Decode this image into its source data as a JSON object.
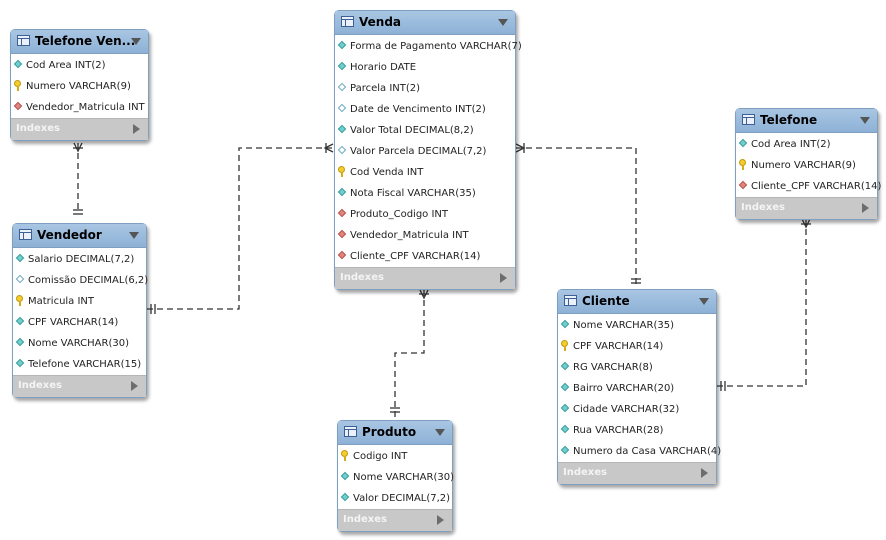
{
  "diagram": {
    "tables": {
      "telefone_vendedor": {
        "title": "Telefone Ven...",
        "columns": [
          {
            "name": "Cod Area INT(2)",
            "key": "col-icon"
          },
          {
            "name": "Numero VARCHAR(9)",
            "key": "pk-icon"
          },
          {
            "name": "Vendedor_Matricula INT",
            "key": "fk-icon"
          }
        ],
        "indexes_label": "Indexes"
      },
      "venda": {
        "title": "Venda",
        "columns": [
          {
            "name": "Forma de Pagamento VARCHAR(7)",
            "key": "col-icon"
          },
          {
            "name": "Horario DATE",
            "key": "col-icon"
          },
          {
            "name": "Parcela INT(2)",
            "key": "nullable-col-icon"
          },
          {
            "name": "Date de Vencimento INT(2)",
            "key": "nullable-col-icon"
          },
          {
            "name": "Valor Total DECIMAL(8,2)",
            "key": "col-icon"
          },
          {
            "name": "Valor Parcela DECIMAL(7,2)",
            "key": "nullable-col-icon"
          },
          {
            "name": "Cod Venda INT",
            "key": "pk-icon"
          },
          {
            "name": "Nota Fiscal VARCHAR(35)",
            "key": "col-icon"
          },
          {
            "name": "Produto_Codigo INT",
            "key": "fk-icon"
          },
          {
            "name": "Vendedor_Matricula INT",
            "key": "fk-icon"
          },
          {
            "name": "Cliente_CPF VARCHAR(14)",
            "key": "fk-icon"
          }
        ],
        "indexes_label": "Indexes"
      },
      "telefone": {
        "title": "Telefone",
        "columns": [
          {
            "name": "Cod Area INT(2)",
            "key": "col-icon"
          },
          {
            "name": "Numero VARCHAR(9)",
            "key": "pk-icon"
          },
          {
            "name": "Cliente_CPF VARCHAR(14)",
            "key": "fk-icon"
          }
        ],
        "indexes_label": "Indexes"
      },
      "vendedor": {
        "title": "Vendedor",
        "columns": [
          {
            "name": "Salario DECIMAL(7,2)",
            "key": "col-icon"
          },
          {
            "name": "Comissão DECIMAL(6,2)",
            "key": "nullable-col-icon"
          },
          {
            "name": "Matricula INT",
            "key": "pk-icon"
          },
          {
            "name": "CPF VARCHAR(14)",
            "key": "col-icon"
          },
          {
            "name": "Nome VARCHAR(30)",
            "key": "col-icon"
          },
          {
            "name": "Telefone VARCHAR(15)",
            "key": "col-icon"
          }
        ],
        "indexes_label": "Indexes"
      },
      "cliente": {
        "title": "Cliente",
        "columns": [
          {
            "name": "Nome VARCHAR(35)",
            "key": "col-icon"
          },
          {
            "name": "CPF VARCHAR(14)",
            "key": "pk-icon"
          },
          {
            "name": "RG VARCHAR(8)",
            "key": "col-icon"
          },
          {
            "name": "Bairro VARCHAR(20)",
            "key": "col-icon"
          },
          {
            "name": "Cidade VARCHAR(32)",
            "key": "col-icon"
          },
          {
            "name": "Rua VARCHAR(28)",
            "key": "col-icon"
          },
          {
            "name": "Numero da Casa VARCHAR(4)",
            "key": "col-icon"
          }
        ],
        "indexes_label": "Indexes"
      },
      "produto": {
        "title": "Produto",
        "columns": [
          {
            "name": "Codigo INT",
            "key": "pk-icon"
          },
          {
            "name": "Nome VARCHAR(30)",
            "key": "col-icon"
          },
          {
            "name": "Valor DECIMAL(7,2)",
            "key": "col-icon"
          }
        ],
        "indexes_label": "Indexes"
      }
    },
    "relationships": [
      {
        "from": "vendedor",
        "to": "telefone_vendedor",
        "cardinality": "one-to-many"
      },
      {
        "from": "vendedor",
        "to": "venda",
        "cardinality": "one-to-many"
      },
      {
        "from": "cliente",
        "to": "venda",
        "cardinality": "one-to-many"
      },
      {
        "from": "produto",
        "to": "venda",
        "cardinality": "one-to-many"
      },
      {
        "from": "cliente",
        "to": "telefone",
        "cardinality": "one-to-many"
      }
    ],
    "colors": {
      "header": "#8db1d6",
      "border": "#7f9fc0",
      "indexes_bar": "#c8c8c8",
      "connector": "#333333"
    }
  }
}
